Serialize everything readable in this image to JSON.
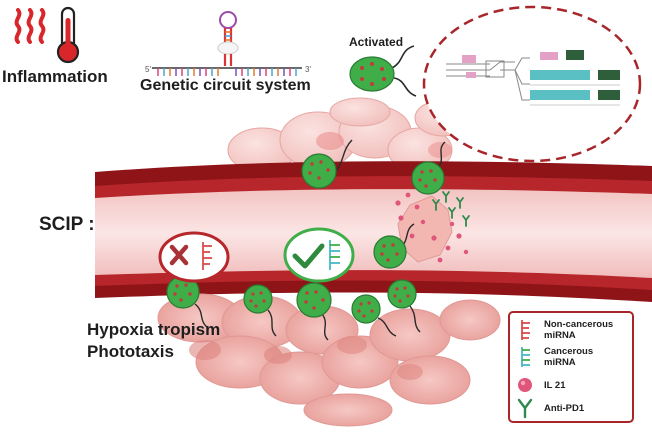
{
  "labels": {
    "inflammation": "Inflammation",
    "genetic_circuit": "Genetic circuit system",
    "activated": "Activated",
    "scip": "SCIP :",
    "hypoxia": "Hypoxia tropism",
    "phototaxis": "Phototaxis",
    "strand_5prime": "5'",
    "strand_3prime": "3'"
  },
  "legend": {
    "items": [
      {
        "line1": "Non-cancerous",
        "line2": "miRNA",
        "icon": "non-cancerous-mirna-icon"
      },
      {
        "line1": "Cancerous",
        "line2": "miRNA",
        "icon": "cancerous-mirna-icon"
      },
      {
        "line1": "IL 21",
        "line2": "",
        "icon": "il21-icon"
      },
      {
        "line1": "Anti-PD1",
        "line2": "",
        "icon": "anti-pd1-icon"
      }
    ]
  },
  "colors": {
    "vessel_dark": "#8e1418",
    "vessel_light": "#f9dcdb",
    "bacteria": "#3fae49",
    "legend_border": "#a8262a",
    "non_cancerous_mirna": "#d94c4c",
    "cancerous_mirna": "#45b8c7",
    "il21": "#e0567a",
    "anti_pd1": "#2f8a4e"
  }
}
